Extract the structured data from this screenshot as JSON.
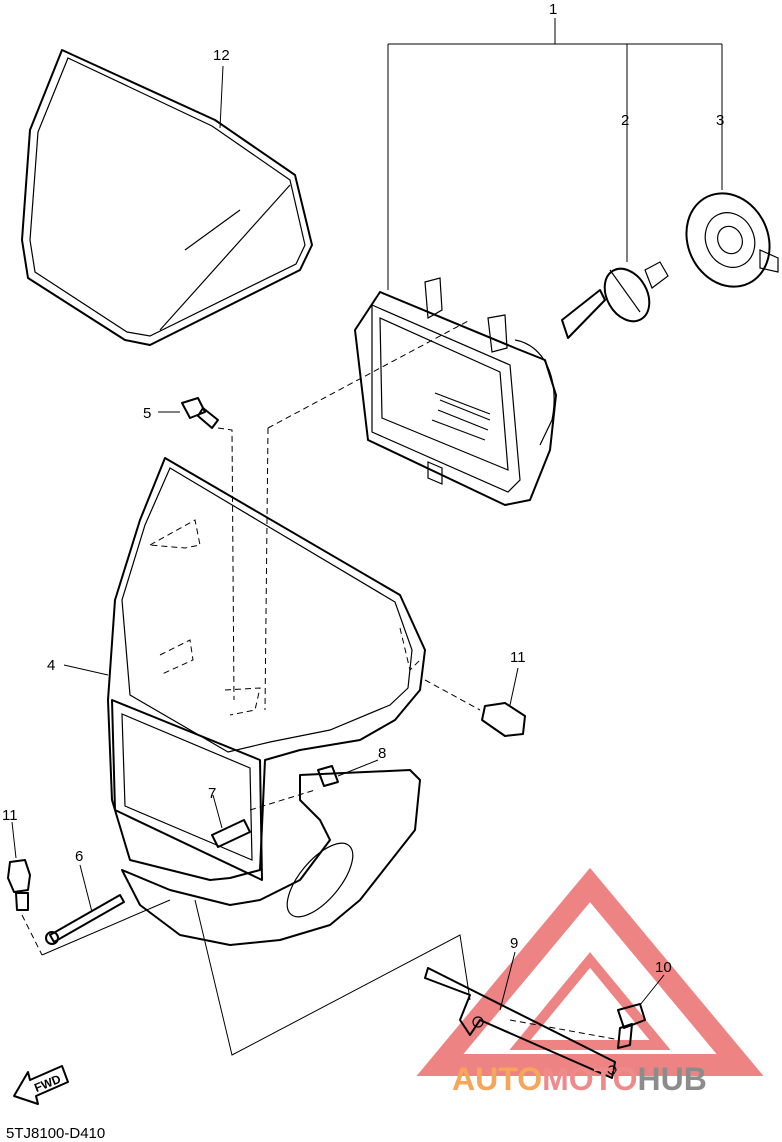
{
  "diagram": {
    "code": "5TJ8100-D410",
    "fwd_label": "FWD",
    "callouts": [
      "1",
      "2",
      "3",
      "4",
      "5",
      "6",
      "7",
      "8",
      "9",
      "10",
      "11",
      "11",
      "12"
    ]
  },
  "watermark": {
    "text_auto": "AUTO",
    "text_moto": "MOTO",
    "text_hub": "HUB",
    "colors": {
      "triangle": "#e85a5a",
      "auto": "#f5a65a",
      "moto": "#f08a8a",
      "hub": "#8c8c8c"
    }
  }
}
